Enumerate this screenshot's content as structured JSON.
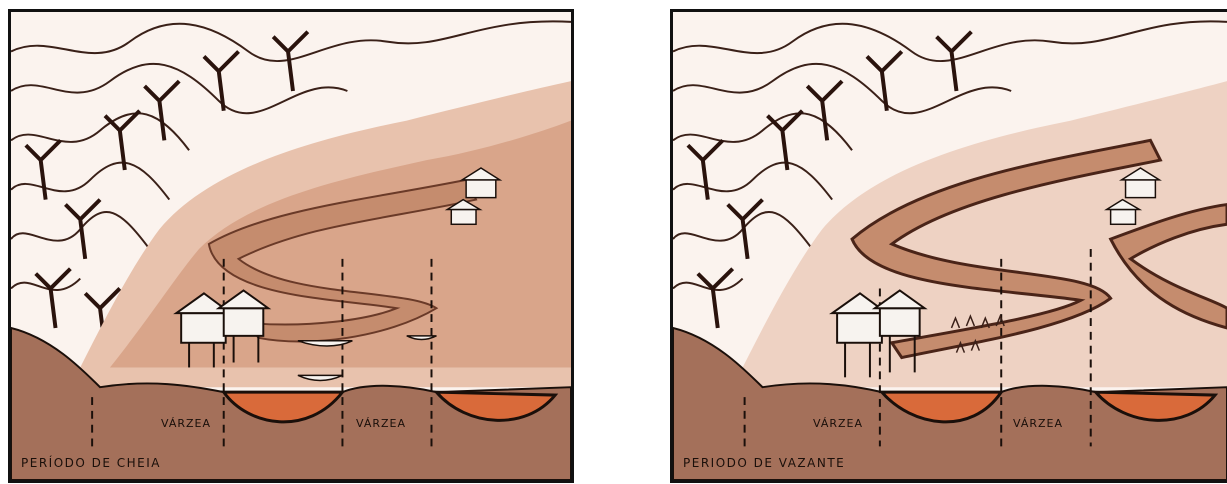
{
  "left_panel": {
    "caption": "PERÍODO DE CHEIA",
    "varzea_labels": [
      "VÁRZEA",
      "VÁRZEA"
    ]
  },
  "right_panel": {
    "caption": "PERIODO DE VAZANTE",
    "varzea_labels": [
      "VÁRZEA",
      "VÁRZEA"
    ]
  },
  "colors": {
    "background": "#fbf3ee",
    "floodplain_light": "#e8c2ad",
    "flood_water": "#d9a58a",
    "river_channel": "#c58c6e",
    "ground": "#a4705a",
    "riverbed": "#d96a3a",
    "ink": "#1a0f0a"
  }
}
